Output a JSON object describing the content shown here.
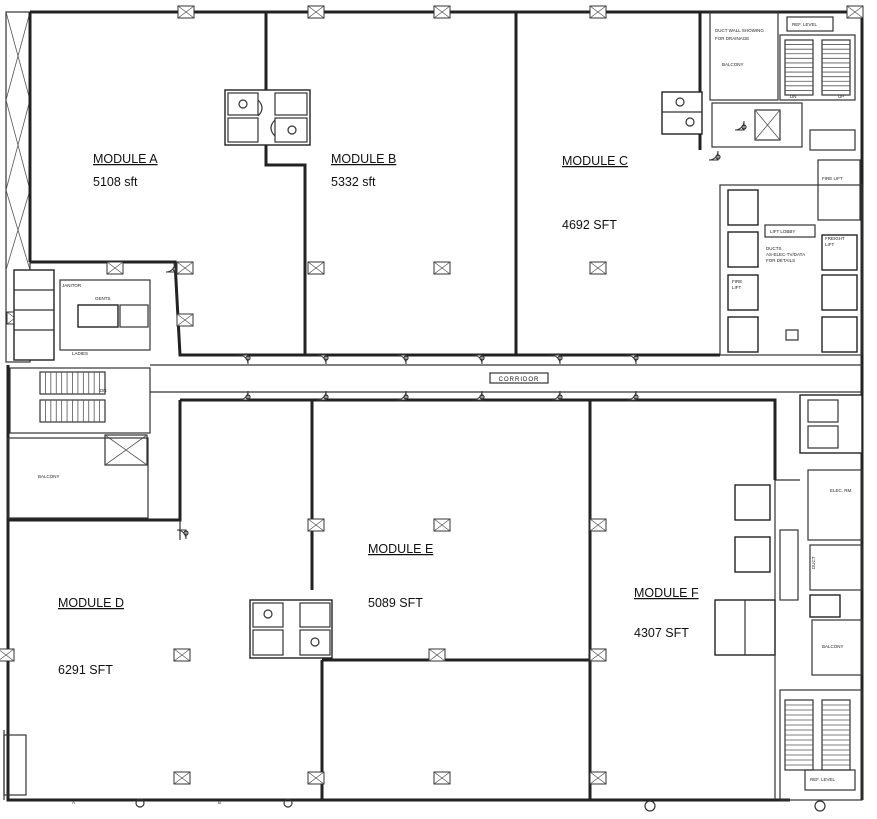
{
  "modules": [
    {
      "label": "MODULE A",
      "area": "5108 sft"
    },
    {
      "label": "MODULE B",
      "area": "5332 sft"
    },
    {
      "label": "MODULE C",
      "area": "4692 SFT"
    },
    {
      "label": "MODULE D",
      "area": "6291 SFT"
    },
    {
      "label": "MODULE E",
      "area": "5089 SFT"
    },
    {
      "label": "MODULE F",
      "area": "4307 SFT"
    }
  ],
  "corridor_label": "CORRIDOR",
  "small_labels": {
    "ladies": "LADIES",
    "gents": "GENTS",
    "janitor": "JANITOR",
    "balcony_left": "BALCONY",
    "lift_lobby": "LIFT LOBBY",
    "elec_rm": "ELEC. RM.",
    "balcony_right": "BALCONY",
    "dn": "DN",
    "up": "UP",
    "duct": "DUCT"
  },
  "colors": {
    "wall": "#222222",
    "background": "#ffffff"
  }
}
